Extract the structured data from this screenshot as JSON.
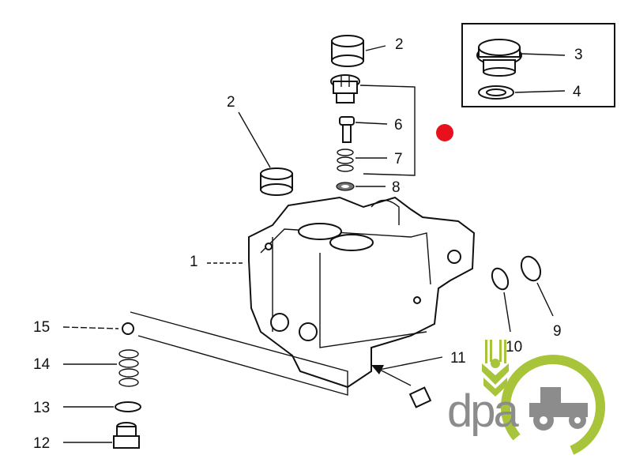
{
  "diagram": {
    "callouts": {
      "c2a": "2",
      "c3": "3",
      "c4": "4",
      "c2b": "2",
      "c6": "6",
      "c7": "7",
      "c8": "8",
      "c1": "1",
      "c9": "9",
      "c10": "10",
      "c11": "11",
      "c15": "15",
      "c14": "14",
      "c13": "13",
      "c12": "12"
    },
    "marker_color": "#e8101c"
  },
  "logo": {
    "text": "dpa",
    "green": "#a8c43a",
    "grey": "#8c8c8c"
  }
}
